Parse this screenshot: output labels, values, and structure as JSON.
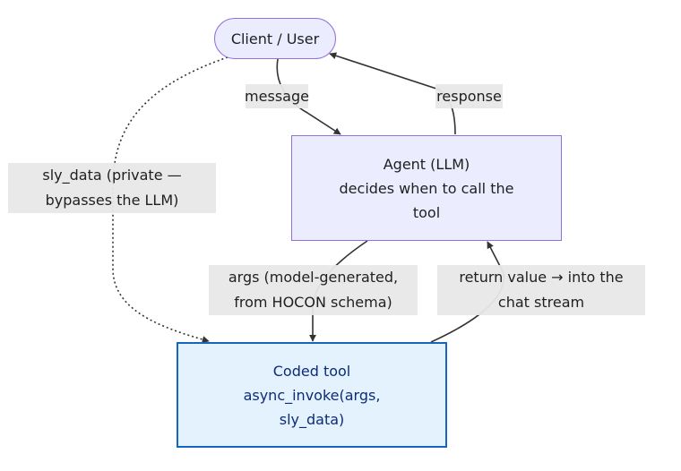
{
  "nodes": {
    "client": {
      "text": "Client / User"
    },
    "agent": {
      "lines": [
        "Agent (LLM)",
        "decides when to call the",
        "tool"
      ]
    },
    "tool": {
      "lines": [
        "Coded tool",
        "async_invoke(args,",
        "sly_data)"
      ]
    }
  },
  "edges": {
    "message": {
      "lines": [
        "message"
      ]
    },
    "response": {
      "lines": [
        "response"
      ]
    },
    "sly_data": {
      "lines": [
        "sly_data (private —",
        "bypasses the LLM)"
      ]
    },
    "args": {
      "lines": [
        "args (model-generated,",
        "from HOCON schema)"
      ]
    },
    "return_value": {
      "lines": [
        "return value → into the",
        "chat stream"
      ]
    }
  },
  "colors": {
    "node_fill": "#ececff",
    "node_border": "#9370db",
    "tool_fill": "#e3f2fd",
    "tool_border": "#1565c0",
    "tool_text": "#0d2b7a",
    "edge_label_bg": "#e8e8e8",
    "edge_stroke": "#333333"
  }
}
